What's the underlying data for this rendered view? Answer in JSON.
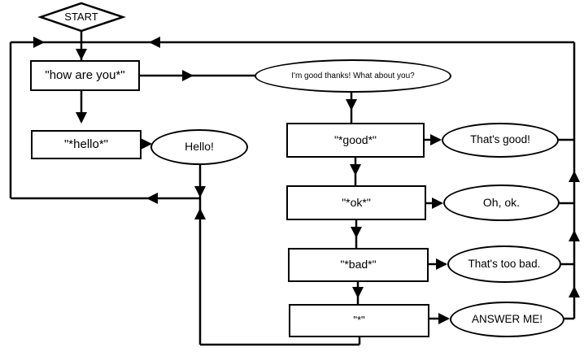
{
  "diagram": {
    "background": "#ffffff",
    "line_color": "#000000",
    "nodes": {
      "start": "START",
      "how_are_you": "\"how are you*\"",
      "hello": "\"*hello*\"",
      "hello_reply": "Hello!",
      "im_good": "I'm good thanks! What about you?",
      "good": "\"*good*\"",
      "good_reply": "That's good!",
      "ok": "\"*ok*\"",
      "ok_reply": "Oh, ok.",
      "bad": "\"*bad*\"",
      "bad_reply": "That's too bad.",
      "any": "\"*\"",
      "any_reply": "ANSWER ME!"
    }
  }
}
